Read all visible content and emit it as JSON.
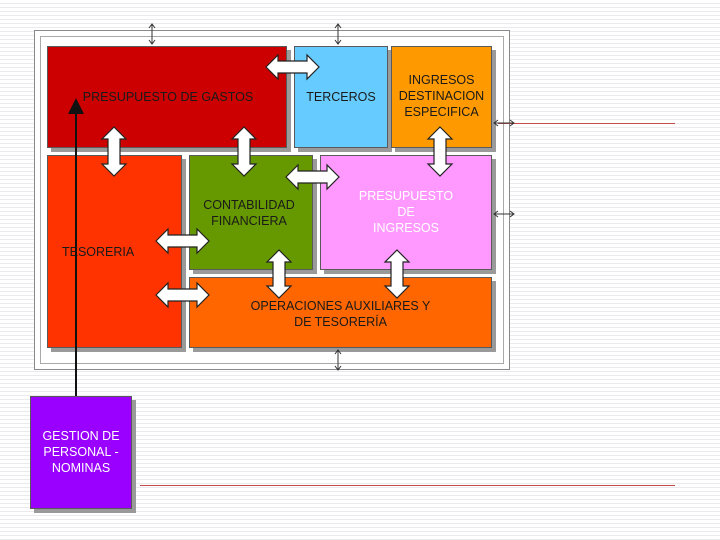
{
  "boxes": {
    "gastos": {
      "label": "PRESUPUESTO DE  GASTOS",
      "color": "#cc0000"
    },
    "terceros": {
      "label": "TERCEROS",
      "color": "#66ccff"
    },
    "especifica": {
      "label": "INGRESOS\nDESTINACION\nESPECIFICA",
      "color": "#ff9900"
    },
    "tesoreria": {
      "label": "TESORERIA",
      "color": "#ff3300"
    },
    "contable": {
      "label": "CONTABILIDAD\nFINANCIERA",
      "color": "#669900"
    },
    "ingresos": {
      "label": "PRESUPUESTO\nDE\nINGRESOS",
      "color": "#ff99ff"
    },
    "auxiliares": {
      "label": "OPERACIONES AUXILIARES Y\nDE TESORERÍA",
      "color": "#ff6600"
    },
    "nominas": {
      "label": "GESTION DE\nPERSONAL -\nNOMINAS",
      "color": "#9900ff"
    }
  }
}
